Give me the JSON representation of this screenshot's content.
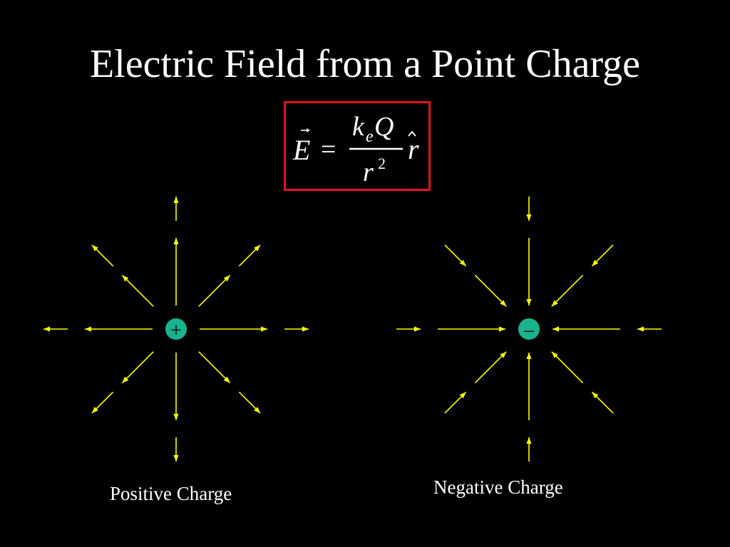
{
  "title": "Electric Field from a Point Charge",
  "formula": {
    "lhs_symbol": "E",
    "equals": "=",
    "numerator_k": "k",
    "numerator_sub": "e",
    "numerator_Q": "Q",
    "denominator_r": "r",
    "denominator_exp": "2",
    "unit_vector": "r"
  },
  "positive_charge": {
    "sign": "+",
    "caption": "Positive Charge",
    "field_direction": "outward"
  },
  "negative_charge": {
    "sign": "–",
    "caption": "Negative Charge",
    "field_direction": "inward"
  },
  "colors": {
    "background": "#000000",
    "text": "#ffffff",
    "field_lines": "#ffff00",
    "charge_fill": "#19b38f",
    "formula_border": "#e0141e"
  }
}
